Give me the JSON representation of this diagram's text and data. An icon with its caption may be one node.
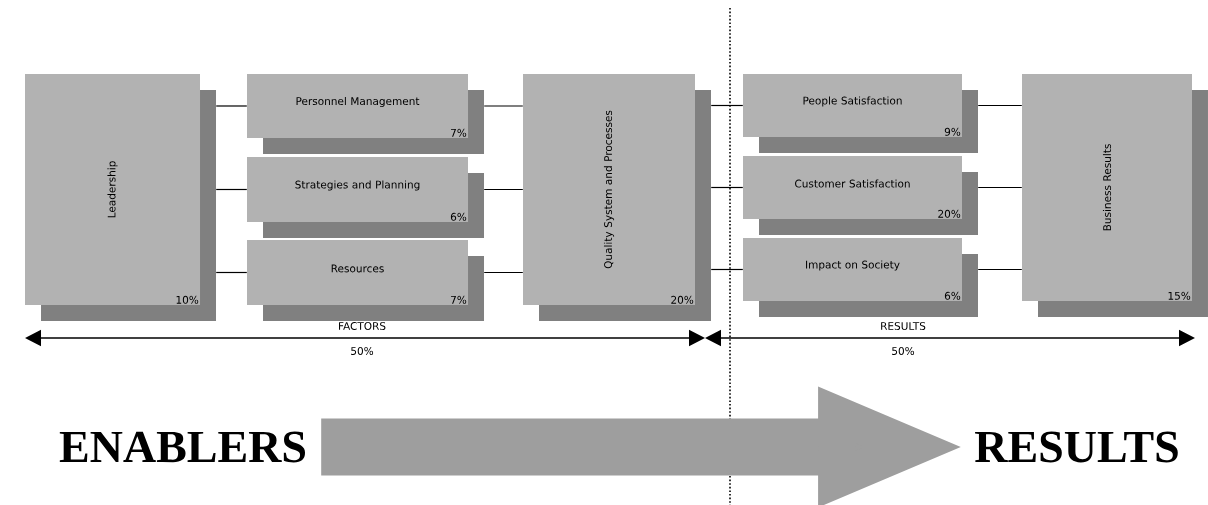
{
  "diagram": {
    "nodes": [
      {
        "text": [
          "Leadership",
          "10%"
        ]
      },
      {
        "text": [
          "Personnel Management",
          "7%"
        ]
      },
      {
        "text": [
          "Strategies and Planning",
          "6%"
        ]
      },
      {
        "text": [
          "Resources",
          "7%"
        ]
      },
      {
        "text": [
          "Quality System and Processes",
          "20%"
        ]
      },
      {
        "text": [
          "People Satisfaction",
          "9%"
        ]
      },
      {
        "text": [
          "Customer Satisfaction",
          "20%"
        ]
      },
      {
        "text": [
          "Impact on Society",
          "6%"
        ]
      },
      {
        "text": [
          "Business Results",
          "15%"
        ]
      },
      {
        "text": [
          "ENABLERS"
        ]
      },
      {
        "text": [
          "RESULTS"
        ]
      }
    ],
    "edges": [
      {
        "from": 0,
        "to": 1,
        "arrow": "none"
      },
      {
        "from": 0,
        "to": 2,
        "arrow": "none"
      },
      {
        "from": 0,
        "to": 3,
        "arrow": "none"
      },
      {
        "from": 1,
        "to": 4,
        "arrow": "none"
      },
      {
        "from": 2,
        "to": 4,
        "arrow": "none"
      },
      {
        "from": 3,
        "to": 4,
        "arrow": "none"
      },
      {
        "from": 4,
        "to": 5,
        "arrow": "none"
      },
      {
        "from": 4,
        "to": 6,
        "arrow": "none"
      },
      {
        "from": 4,
        "to": 7,
        "arrow": "none"
      },
      {
        "from": 5,
        "to": 8,
        "arrow": "none"
      },
      {
        "from": 6,
        "to": 8,
        "arrow": "none"
      },
      {
        "from": 7,
        "to": 8,
        "arrow": "none"
      },
      {
        "from": 9,
        "to": 10,
        "arrow": "to",
        "style": "thick",
        "color": "#9e9e9e"
      }
    ],
    "labels": [
      "FACTORS",
      "50%",
      "RESULTS",
      "50%"
    ]
  }
}
